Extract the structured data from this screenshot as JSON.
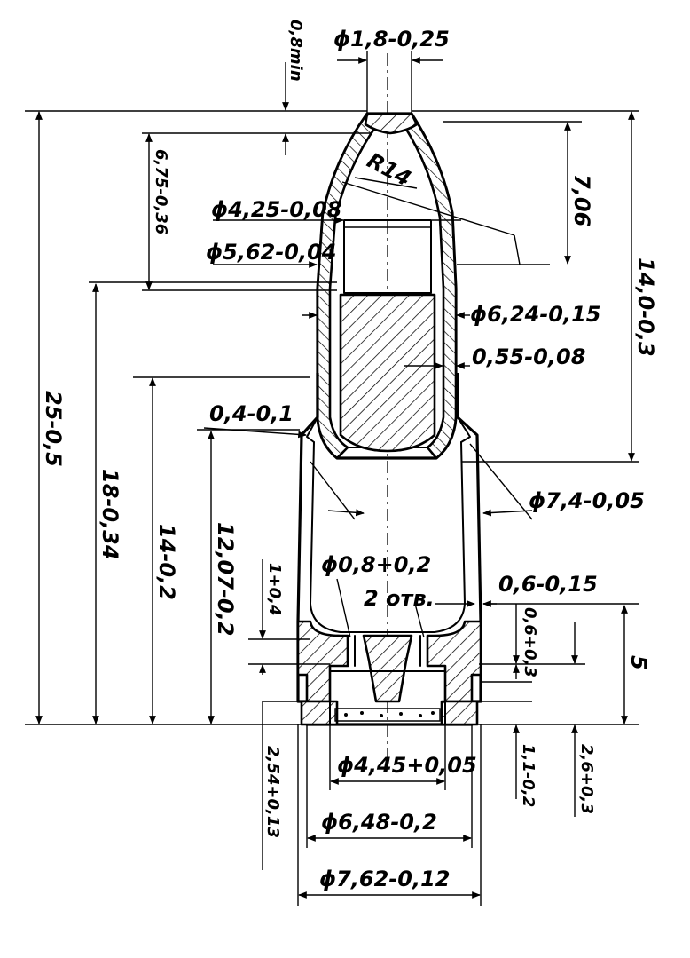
{
  "dimensions": {
    "tip_diameter": "ϕ1,8-0,25",
    "tip_min": "0,8min",
    "total_length": "25-0,5",
    "bullet_ogive": "6,75-0,36",
    "core_diameter": "ϕ4,25-0,08",
    "bullet_diameter": "ϕ5,62-0,04",
    "radius": "R14",
    "ogive_length": "7,06",
    "overall_bullet": "14,0-0,3",
    "neck_diameter": "ϕ6,24-0,15",
    "jacket_wall": "0,55-0,08",
    "length_18": "18-0,34",
    "length_14": "14-0,2",
    "shoulder_wall": "0,4-0,1",
    "length_12": "12,07-0,2",
    "body_diameter": "ϕ7,4-0,05",
    "flash_hole": "ϕ0,8+0,2",
    "flash_hole_count": "2 отв.",
    "case_wall": "0,6-0,15",
    "web_height": "1+0,4",
    "web_offset": "0,6+0,3",
    "base_height": "5",
    "primer_pocket": "ϕ4,45+0,05",
    "rim_thickness": "2,54+0,13",
    "groove": "1,1-0,2",
    "groove_depth": "2,6+0,3",
    "groove_diameter": "ϕ6,48-0,2",
    "rim_diameter": "ϕ7,62-0,12"
  }
}
